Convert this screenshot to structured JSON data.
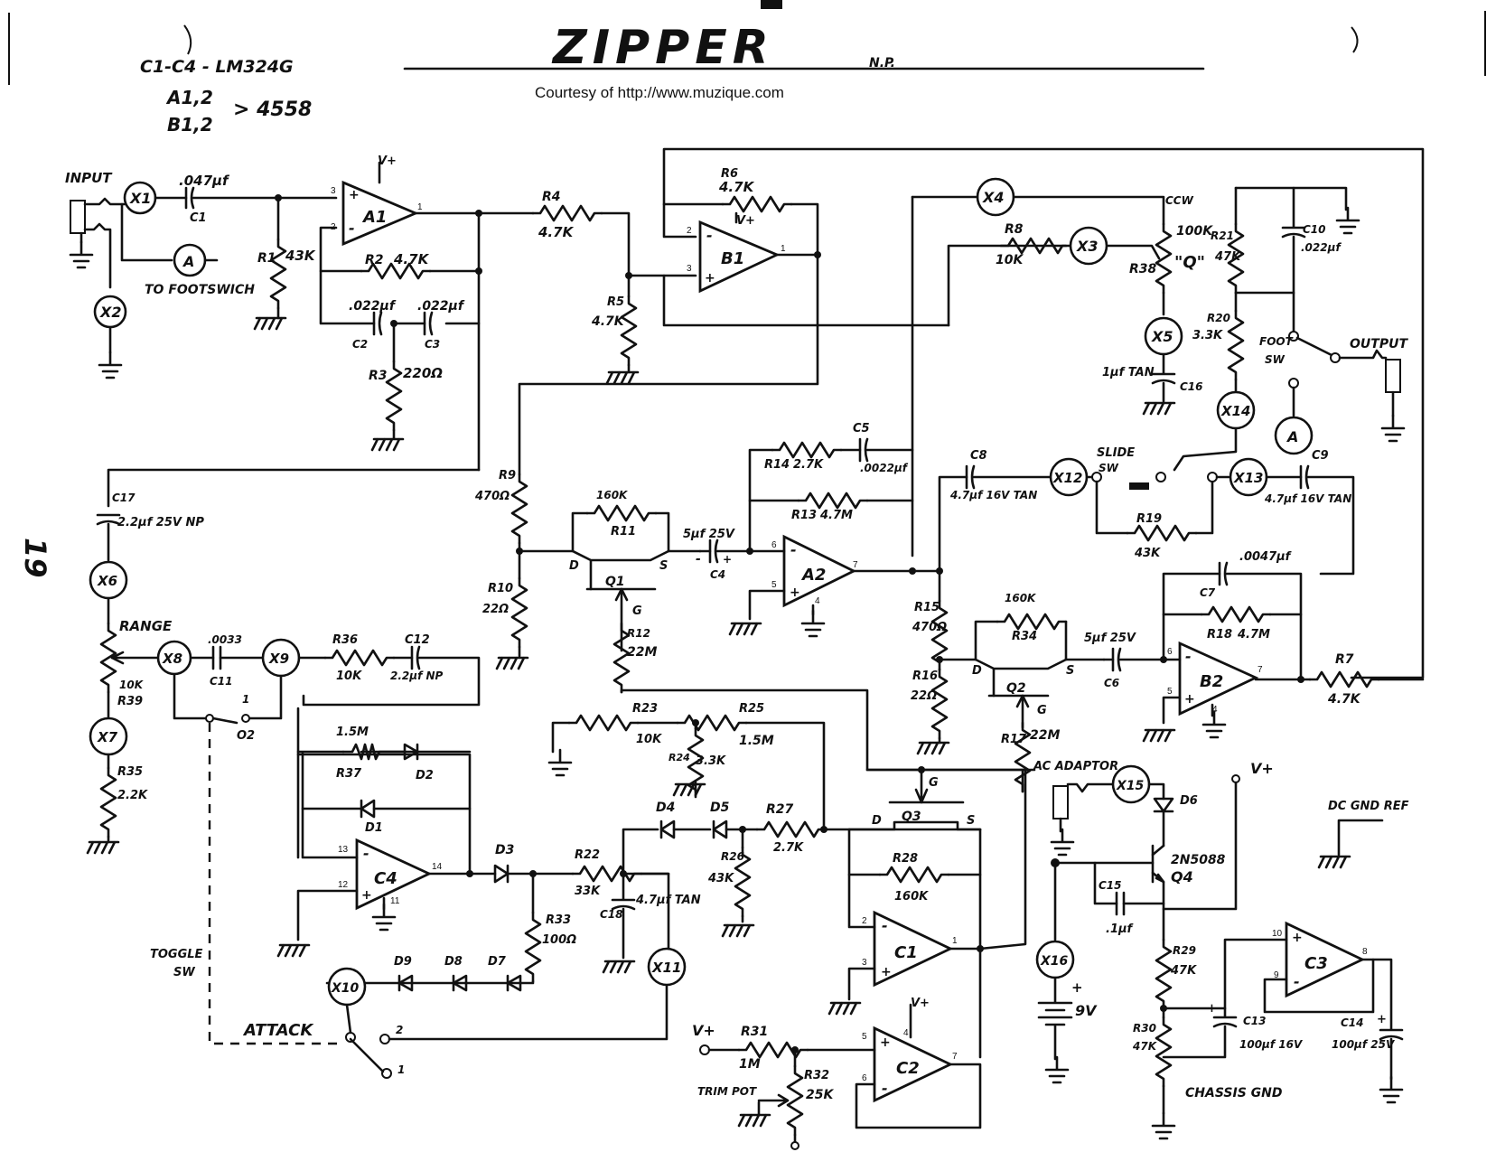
{
  "title": "ZIPPER",
  "title_initials": "N.P.",
  "courtesy": "Courtesy of  http://www.muzique.com",
  "page_number": "19",
  "notes": {
    "line1": "C1-C4 - LM324G",
    "line2": "A1,2",
    "line3": "B1,2",
    "part": "> 4558"
  },
  "labels": {
    "input": "INPUT",
    "to_footswitch": "TO FOOTSWICH",
    "range": "RANGE",
    "attack": "ATTACK",
    "toggle_sw": "TOGGLE SW",
    "slide_sw": "SLIDE SW",
    "foot_sw": "FOOT SW",
    "output": "OUTPUT",
    "ac_adaptor": "AC ADAPTOR",
    "dc_gnd_ref": "DC GND REF",
    "chassis_gnd": "CHASSIS GND",
    "trim_pot": "TRIM POT",
    "ccw": "CCW",
    "q": "\"Q\"",
    "v_plus": "V+"
  },
  "test_points": [
    "X1",
    "X2",
    "X3",
    "X4",
    "X5",
    "X6",
    "X7",
    "X8",
    "X9",
    "X10",
    "X11",
    "X12",
    "X13",
    "X14",
    "X15",
    "X16",
    "A",
    "A"
  ],
  "opamps": [
    "A1",
    "A2",
    "B1",
    "B2",
    "C1",
    "C2",
    "C3",
    "C4"
  ],
  "transistors": [
    "Q1",
    "Q2",
    "Q3",
    "Q4",
    "2N5088"
  ],
  "components": {
    "C1": ".047µf",
    "C2": ".022µf",
    "C3": ".022µf",
    "C4": "5µf 25V",
    "C5": ".0022µf",
    "C6": "5µf 25V",
    "C7": ".0047µf",
    "C8": "4.7µf 16V TAN",
    "C9": "4.7µf 16V TAN",
    "C10": ".022µf",
    "C11": ".0033",
    "C12": "2.2µf NP",
    "C13": "100µf 16V",
    "C14": "100µf 25V",
    "C15": ".1µf",
    "C16": "1µf TAN",
    "C17": "2.2µf 25V NP",
    "C18": "4.7µf TAN",
    "R1": "43K",
    "R2": "4.7K",
    "R3": "220Ω",
    "R4": "4.7K",
    "R5": "4.7K",
    "R6": "4.7K",
    "R7": "4.7K",
    "R8": "10K",
    "R9": "470Ω",
    "R10": "22Ω",
    "R11": "160K",
    "R12": "22M",
    "R13": "4.7M",
    "R14": "2.7K",
    "R15": "470Ω",
    "R16": "22Ω",
    "R17": "22M",
    "R18": "4.7M",
    "R19": "43K",
    "R20": "3.3K",
    "R21": "47K",
    "R22": "33K",
    "R23": "10K",
    "R24": "3.3K",
    "R25": "1.5M",
    "R26": "43K",
    "R27": "2.7K",
    "R28": "160K",
    "R29": "47K",
    "R30": "47K",
    "R31": "1M",
    "R32": "25K",
    "R33": "100Ω",
    "R34": "160K",
    "R35": "2.2K",
    "R36": "10K",
    "R37": "1.5M",
    "R38": "100K",
    "R39": "10K"
  },
  "battery": "9V"
}
